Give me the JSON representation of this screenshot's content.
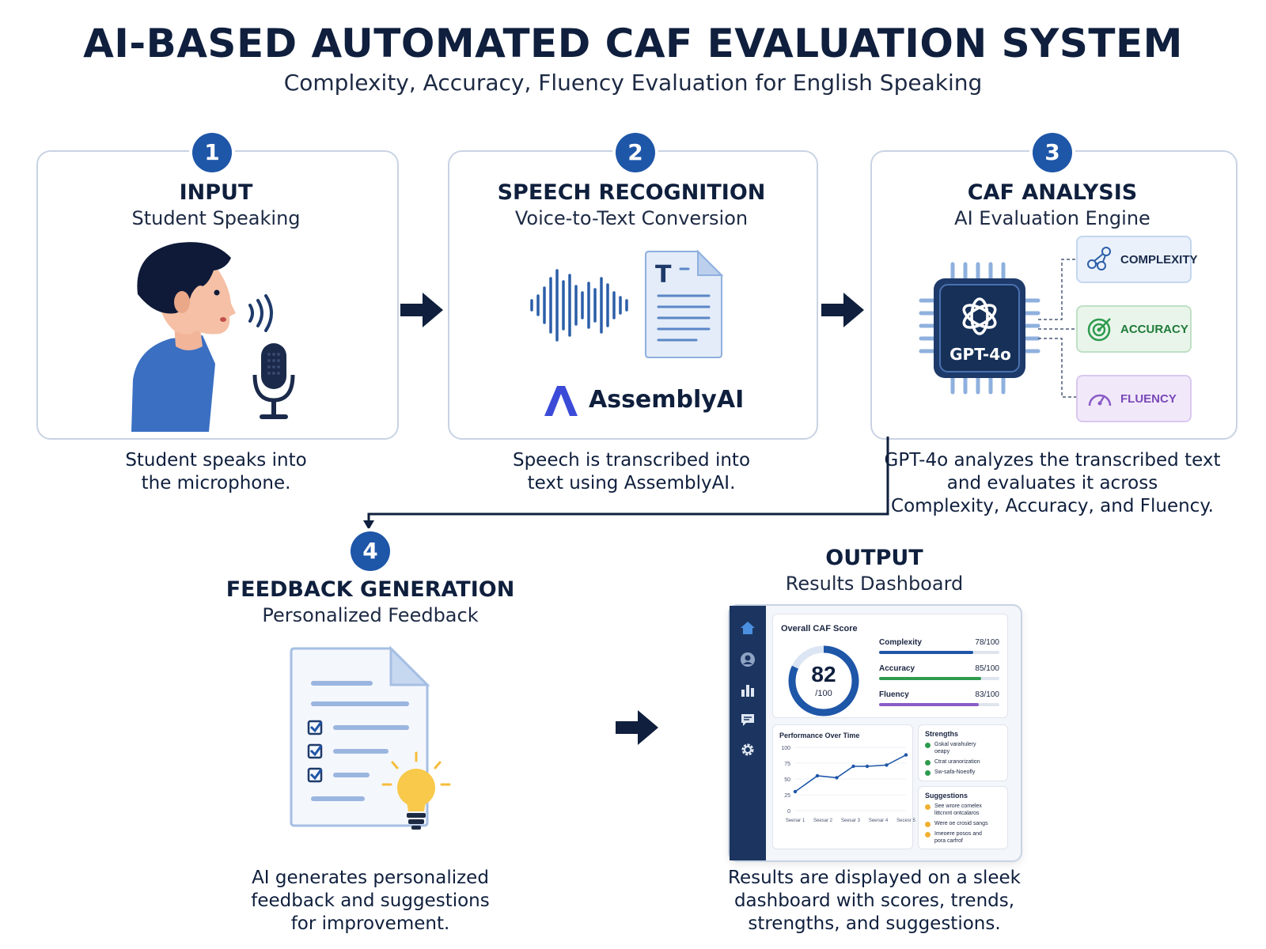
{
  "header": {
    "title": "AI-BASED AUTOMATED CAF EVALUATION SYSTEM",
    "subtitle": "Complexity, Accuracy, Fluency Evaluation for English Speaking"
  },
  "steps": {
    "input": {
      "number": "1",
      "title": "INPUT",
      "subtitle": "Student Speaking",
      "caption": "Student speaks into\nthe microphone."
    },
    "speech": {
      "number": "2",
      "title": "SPEECH RECOGNITION",
      "subtitle": "Voice-to-Text Conversion",
      "brand": "AssemblyAI",
      "doc_letter": "T",
      "caption": "Speech is transcribed into\ntext using AssemblyAI."
    },
    "caf": {
      "number": "3",
      "title": "CAF ANALYSIS",
      "subtitle": "AI Evaluation Engine",
      "chip_label": "GPT-4o",
      "metrics": [
        "COMPLEXITY",
        "ACCURACY",
        "FLUENCY"
      ],
      "caption": "GPT-4o analyzes the transcribed text\nand evaluates it across\nComplexity, Accuracy, and Fluency."
    },
    "feedback": {
      "number": "4",
      "title": "FEEDBACK GENERATION",
      "subtitle": "Personalized Feedback",
      "caption": "AI generates personalized\nfeedback and suggestions\nfor improvement."
    },
    "output": {
      "title": "OUTPUT",
      "subtitle": "Results Dashboard",
      "caption": "Results are displayed on a sleek\ndashboard with scores, trends,\nstrengths, and suggestions."
    }
  },
  "dashboard": {
    "overall_label": "Overall CAF Score",
    "overall_score": "82",
    "overall_max": "/100",
    "scores": [
      {
        "name": "Complexity",
        "value": "78/100",
        "fraction": 0.78,
        "color": "#1e56a8"
      },
      {
        "name": "Accuracy",
        "value": "85/100",
        "fraction": 0.85,
        "color": "#2e9b4f"
      },
      {
        "name": "Fluency",
        "value": "83/100",
        "fraction": 0.83,
        "color": "#8a5cc7"
      }
    ],
    "performance": {
      "title": "Performance Over Time",
      "y_ticks": [
        "100",
        "75",
        "50",
        "25",
        "0"
      ],
      "x_labels": [
        "Seenar 1",
        "Seesar 2",
        "Seesar 3",
        "Seenar 4",
        "Secesr 5"
      ]
    },
    "strengths": {
      "title": "Strengths",
      "items": [
        "Gskal varahulery\noeapy",
        "Ctrat uranorization",
        "Sw-safa-Noeofly"
      ]
    },
    "suggestions": {
      "title": "Suggestions",
      "items": [
        "See wrore comelex\nlittcrxnt ontcalaros",
        "Were oe crosid sangs",
        "Imeoere posos and\npora carfrof"
      ]
    }
  },
  "colors": {
    "navy": "#0f1f3d",
    "badge": "#1e56a8",
    "border": "#c9d3e3",
    "accent_green": "#2e9b4f",
    "accent_purple": "#8a5cc7"
  },
  "chart_data": {
    "type": "line",
    "title": "Performance Over Time",
    "categories": [
      "Seenar 1",
      "Seesar 2",
      "Seesar 3",
      "Seenar 4",
      "Secesr 5"
    ],
    "x": [
      1,
      1.8,
      2.5,
      3.1,
      3.6,
      4.3,
      5
    ],
    "values": [
      30,
      55,
      52,
      70,
      70,
      72,
      88
    ],
    "ylim": [
      0,
      100
    ],
    "yticks": [
      0,
      25,
      50,
      75,
      100
    ]
  }
}
